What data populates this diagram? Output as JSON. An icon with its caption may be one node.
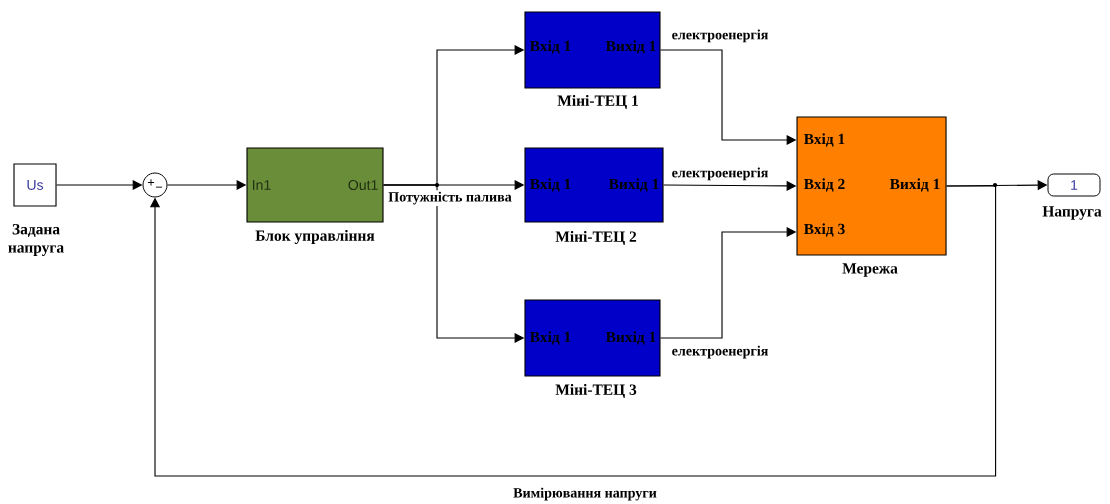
{
  "diagram": {
    "nodes": [
      {
        "text": [
          "Us"
        ],
        "beside": [
          "Задана напруга"
        ]
      },
      {
        "text": [
          "+",
          "−"
        ]
      },
      {
        "text": [
          "In1",
          "Out1"
        ],
        "beside": [
          "Блок управління"
        ]
      },
      {
        "text": [
          "Вхід 1",
          "Вихід 1"
        ],
        "beside": [
          "Міні-ТЕЦ 1"
        ]
      },
      {
        "text": [
          "Вхід 1",
          "Вихід 1"
        ],
        "beside": [
          "Міні-ТЕЦ 2"
        ]
      },
      {
        "text": [
          "Вхід 1",
          "Вихід 1"
        ],
        "beside": [
          "Міні-ТЕЦ 3"
        ]
      },
      {
        "text": [
          "Вхід 1",
          "Вхід 2",
          "Вхід 3",
          "Вихід 1"
        ],
        "beside": [
          "Мережа"
        ]
      },
      {
        "text": [
          "1"
        ],
        "beside": [
          "Напруга"
        ]
      }
    ],
    "edges": [
      {
        "from": 0,
        "to": 1,
        "arrow": "to"
      },
      {
        "from": 1,
        "to": 2,
        "arrow": "to"
      },
      {
        "from": 2,
        "to": 3,
        "arrow": "to"
      },
      {
        "from": 2,
        "to": 4,
        "arrow": "to",
        "label": "Потужність палива"
      },
      {
        "from": 2,
        "to": 5,
        "arrow": "to"
      },
      {
        "from": 3,
        "to": 6,
        "arrow": "to",
        "label": "електроенергія"
      },
      {
        "from": 4,
        "to": 6,
        "arrow": "to",
        "label": "електроенергія"
      },
      {
        "from": 5,
        "to": 6,
        "arrow": "to",
        "label": "електроенергія"
      },
      {
        "from": 6,
        "to": 7,
        "arrow": "to"
      },
      {
        "from": 6,
        "to": 1,
        "arrow": "to",
        "label": "Вимірювання напруги"
      }
    ]
  }
}
